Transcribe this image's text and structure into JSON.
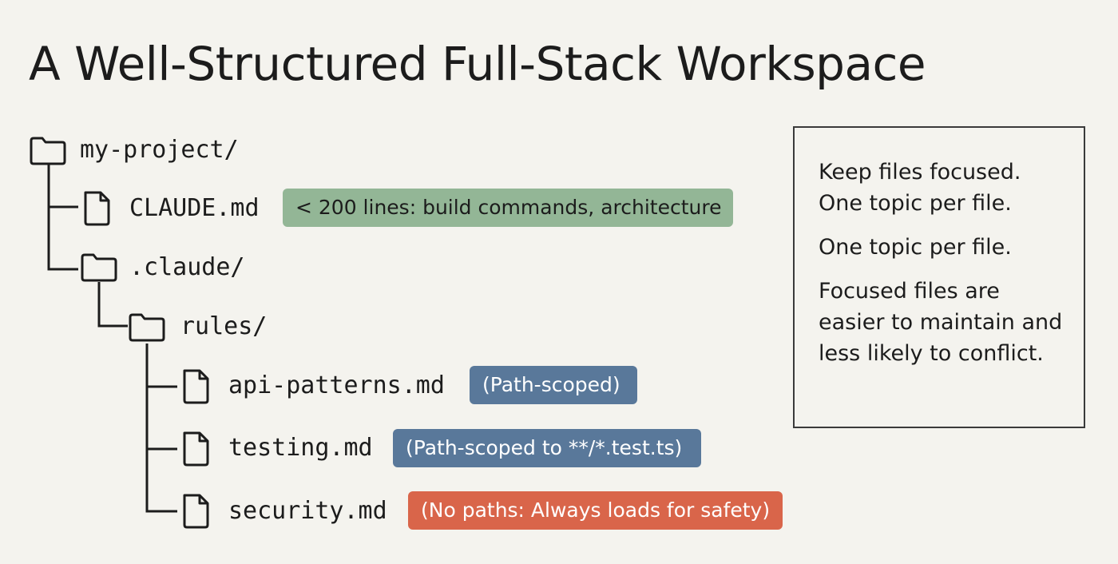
{
  "title": "A Well-Structured Full-Stack Workspace",
  "tree": {
    "root": "my-project/",
    "claude_md": "CLAUDE.md",
    "claude_dir": ".claude/",
    "rules_dir": "rules/",
    "api_patterns": "api-patterns.md",
    "testing": "testing.md",
    "security": "security.md"
  },
  "badges": {
    "claude_md": {
      "text": "< 200 lines: build commands, architecture",
      "color": "#93b696"
    },
    "api_patterns": {
      "text": "(Path-scoped)",
      "color": "#59789a"
    },
    "testing": {
      "text": "(Path-scoped to **/*.test.ts)",
      "color": "#59789a"
    },
    "security": {
      "text": "(No paths: Always loads for safety)",
      "color": "#d9654a"
    }
  },
  "note": {
    "line1": "Keep files focused.\nOne topic per file.",
    "line2": "One topic per file.",
    "line3": "Focused files are easier to maintain and less likely to conflict."
  },
  "icons": {
    "folder": "folder-icon",
    "file": "file-icon"
  }
}
